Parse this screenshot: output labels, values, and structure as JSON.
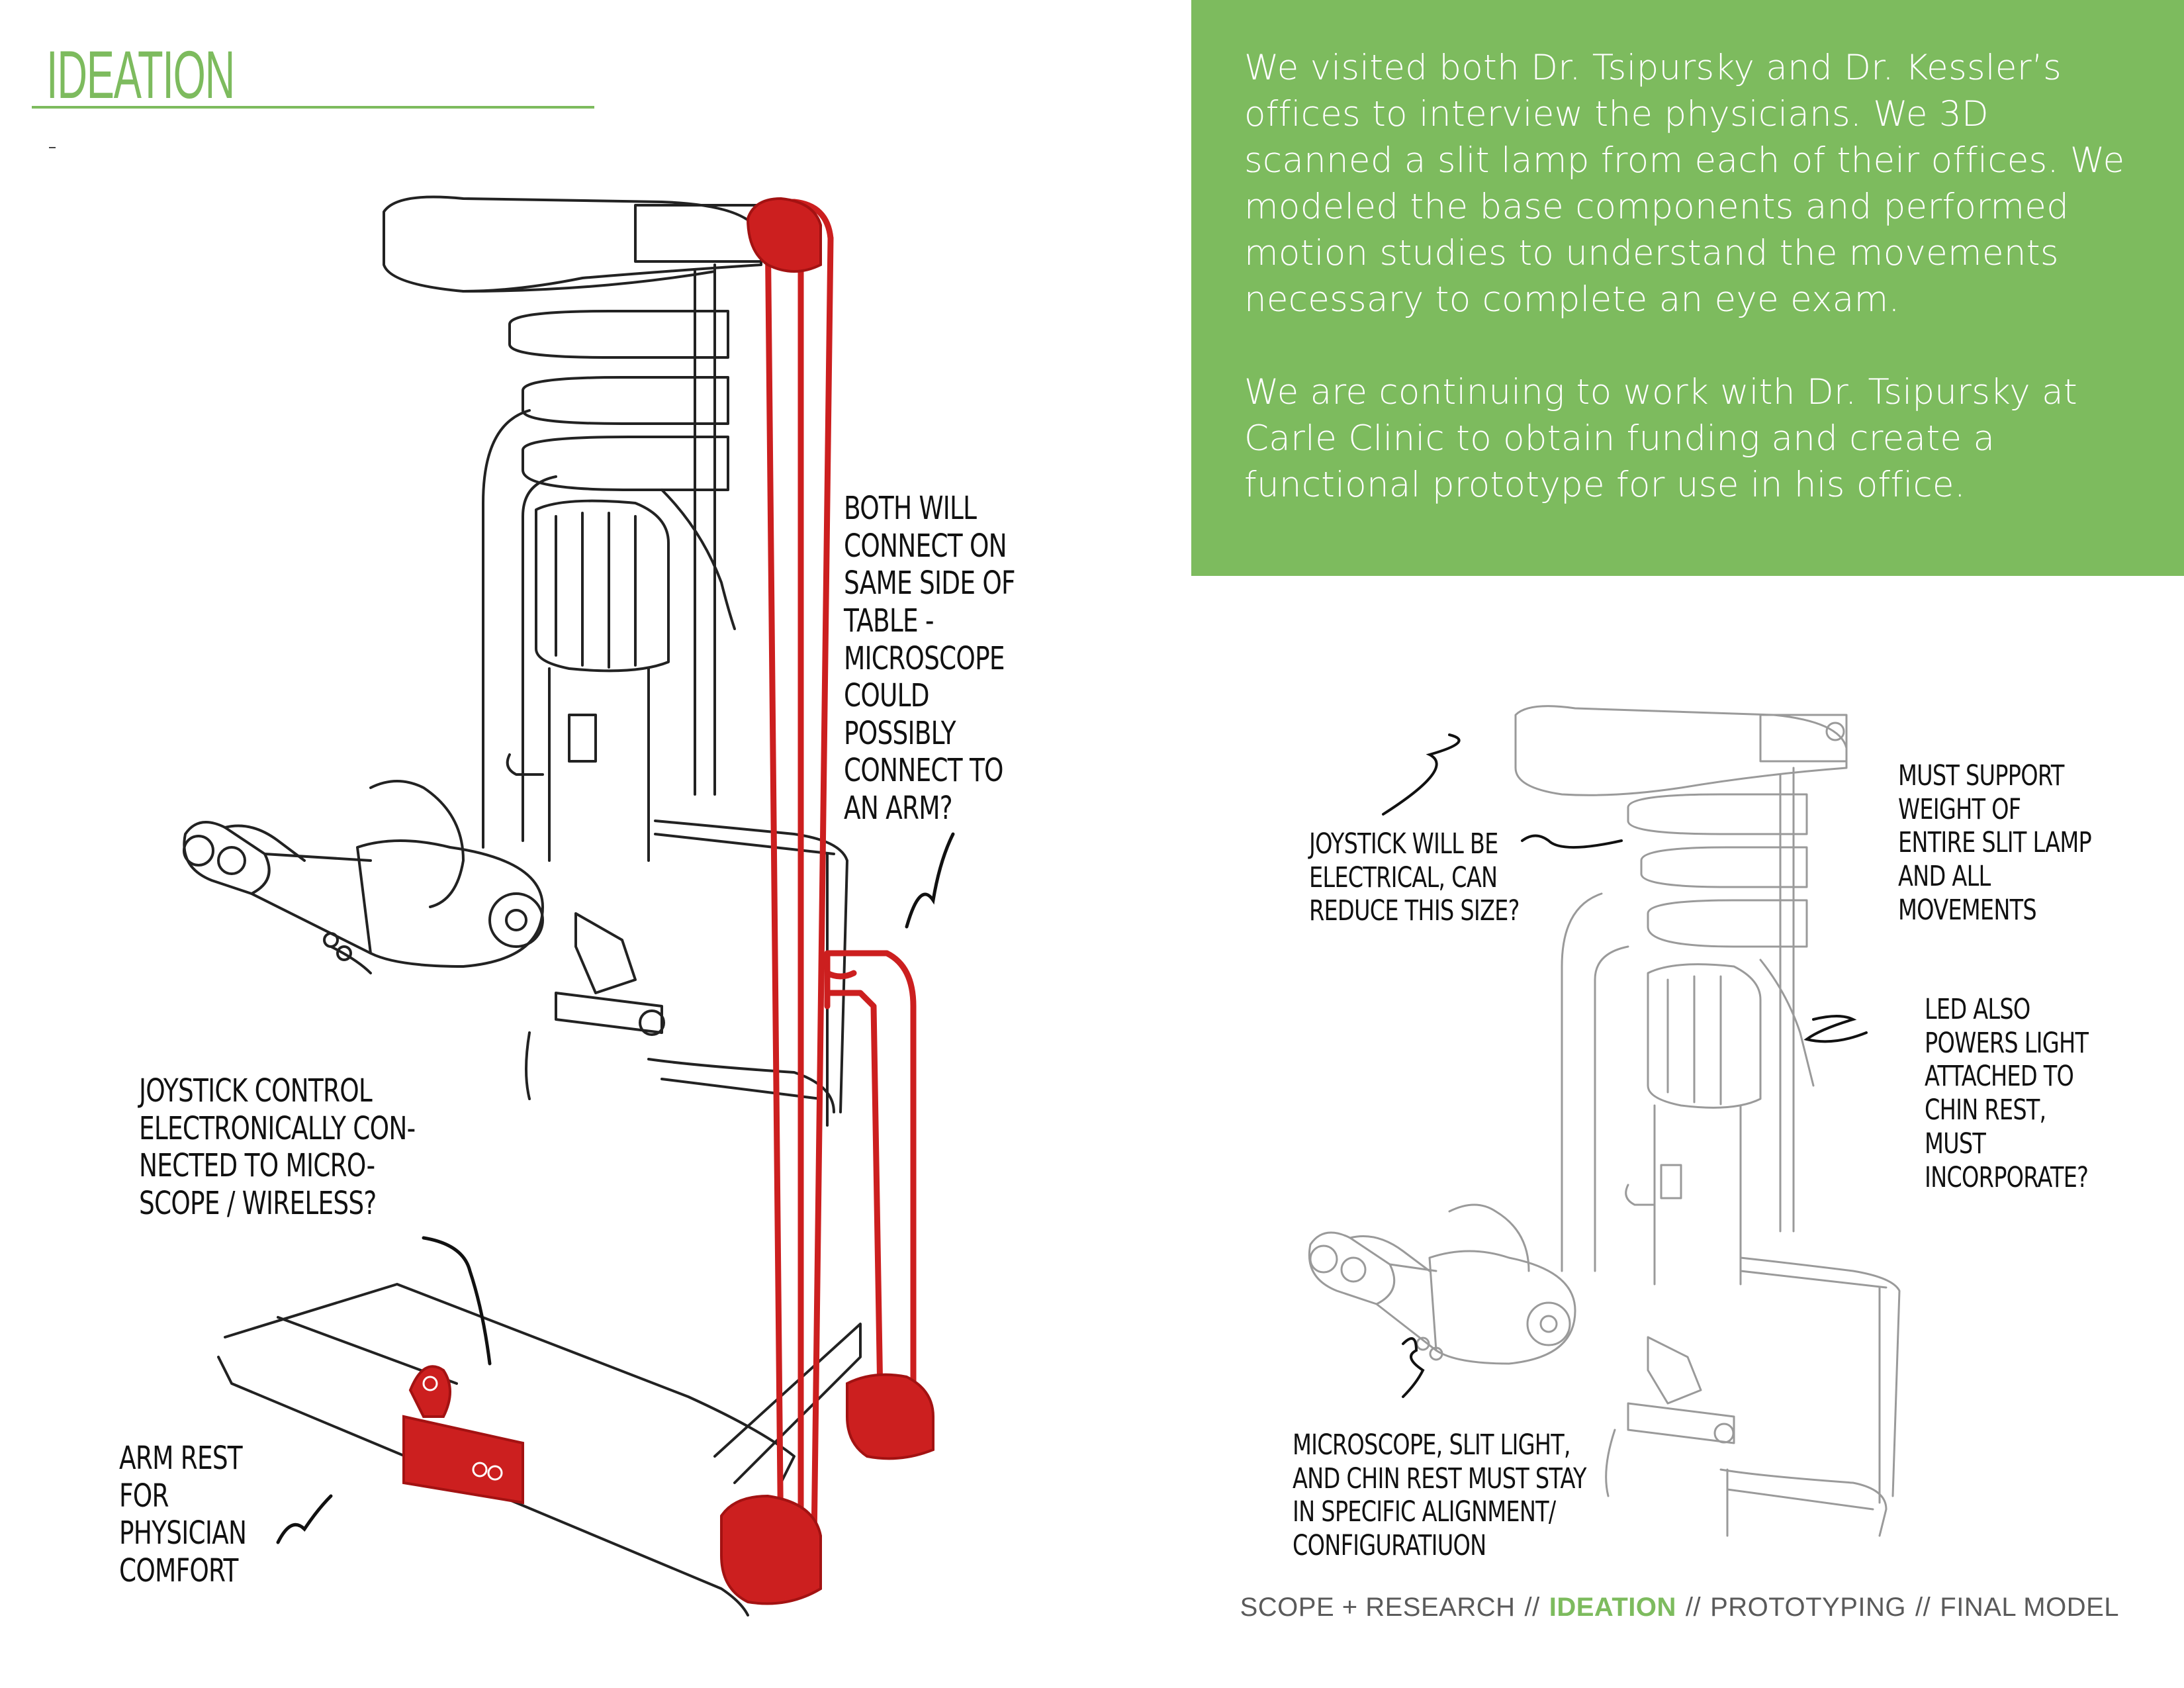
{
  "header": {
    "title": "IDEATION"
  },
  "intro": {
    "paragraph_1": "We visited both Dr. Tsipursky and Dr. Kessler’s offices to interview the physicians.  We 3D scanned a slit lamp from each of their offices.  We modeled the base components and performed motion studies to understand the movements necessary to complete an eye exam.",
    "paragraph_2": "We are continuing to work with Dr. Tsipursky at Carle Clinic to obtain funding and create a functional prototype for use in his office."
  },
  "left_sketch": {
    "notes": {
      "connect_same_side": "BOTH WILL\nCONNECT ON\nSAME SIDE OF\nTABLE -\nMICROSCOPE\nCOULD\nPOSSIBLY\nCONNECT TO\nAN ARM?",
      "joystick_control": "JOYSTICK CONTROL\nELECTRONICALLY CON-\nNECTED TO MICRO-\nSCOPE / WIRELESS?",
      "arm_rest": "ARM REST\nFOR\nPHYSICIAN\nCOMFORT"
    },
    "accent_color": "#cc1f1f"
  },
  "right_sketch": {
    "notes": {
      "must_support": "MUST SUPPORT\nWEIGHT OF\nENTIRE SLIT LAMP\nAND ALL\nMOVEMENTS",
      "joystick_electrical": "JOYSTICK WILL BE\nELECTRICAL, CAN\nREDUCE THIS SIZE?",
      "led_powers": "LED ALSO\nPOWERS LIGHT\nATTACHED TO\nCHIN REST,\nMUST\nINCORPORATE?",
      "alignment": "MICROSCOPE, SLIT LIGHT,\nAND CHIN REST MUST STAY\nIN SPECIFIC ALIGNMENT/\nCONFIGURATIUON"
    }
  },
  "breadcrumb": {
    "items": [
      "SCOPE + RESEARCH",
      "IDEATION",
      "PROTOTYPING",
      "FINAL MODEL"
    ],
    "separator": "//",
    "active_color": "#7dbb5e"
  },
  "colors": {
    "brand_green": "#7dbb5e",
    "panel_text": "#ffffff"
  }
}
